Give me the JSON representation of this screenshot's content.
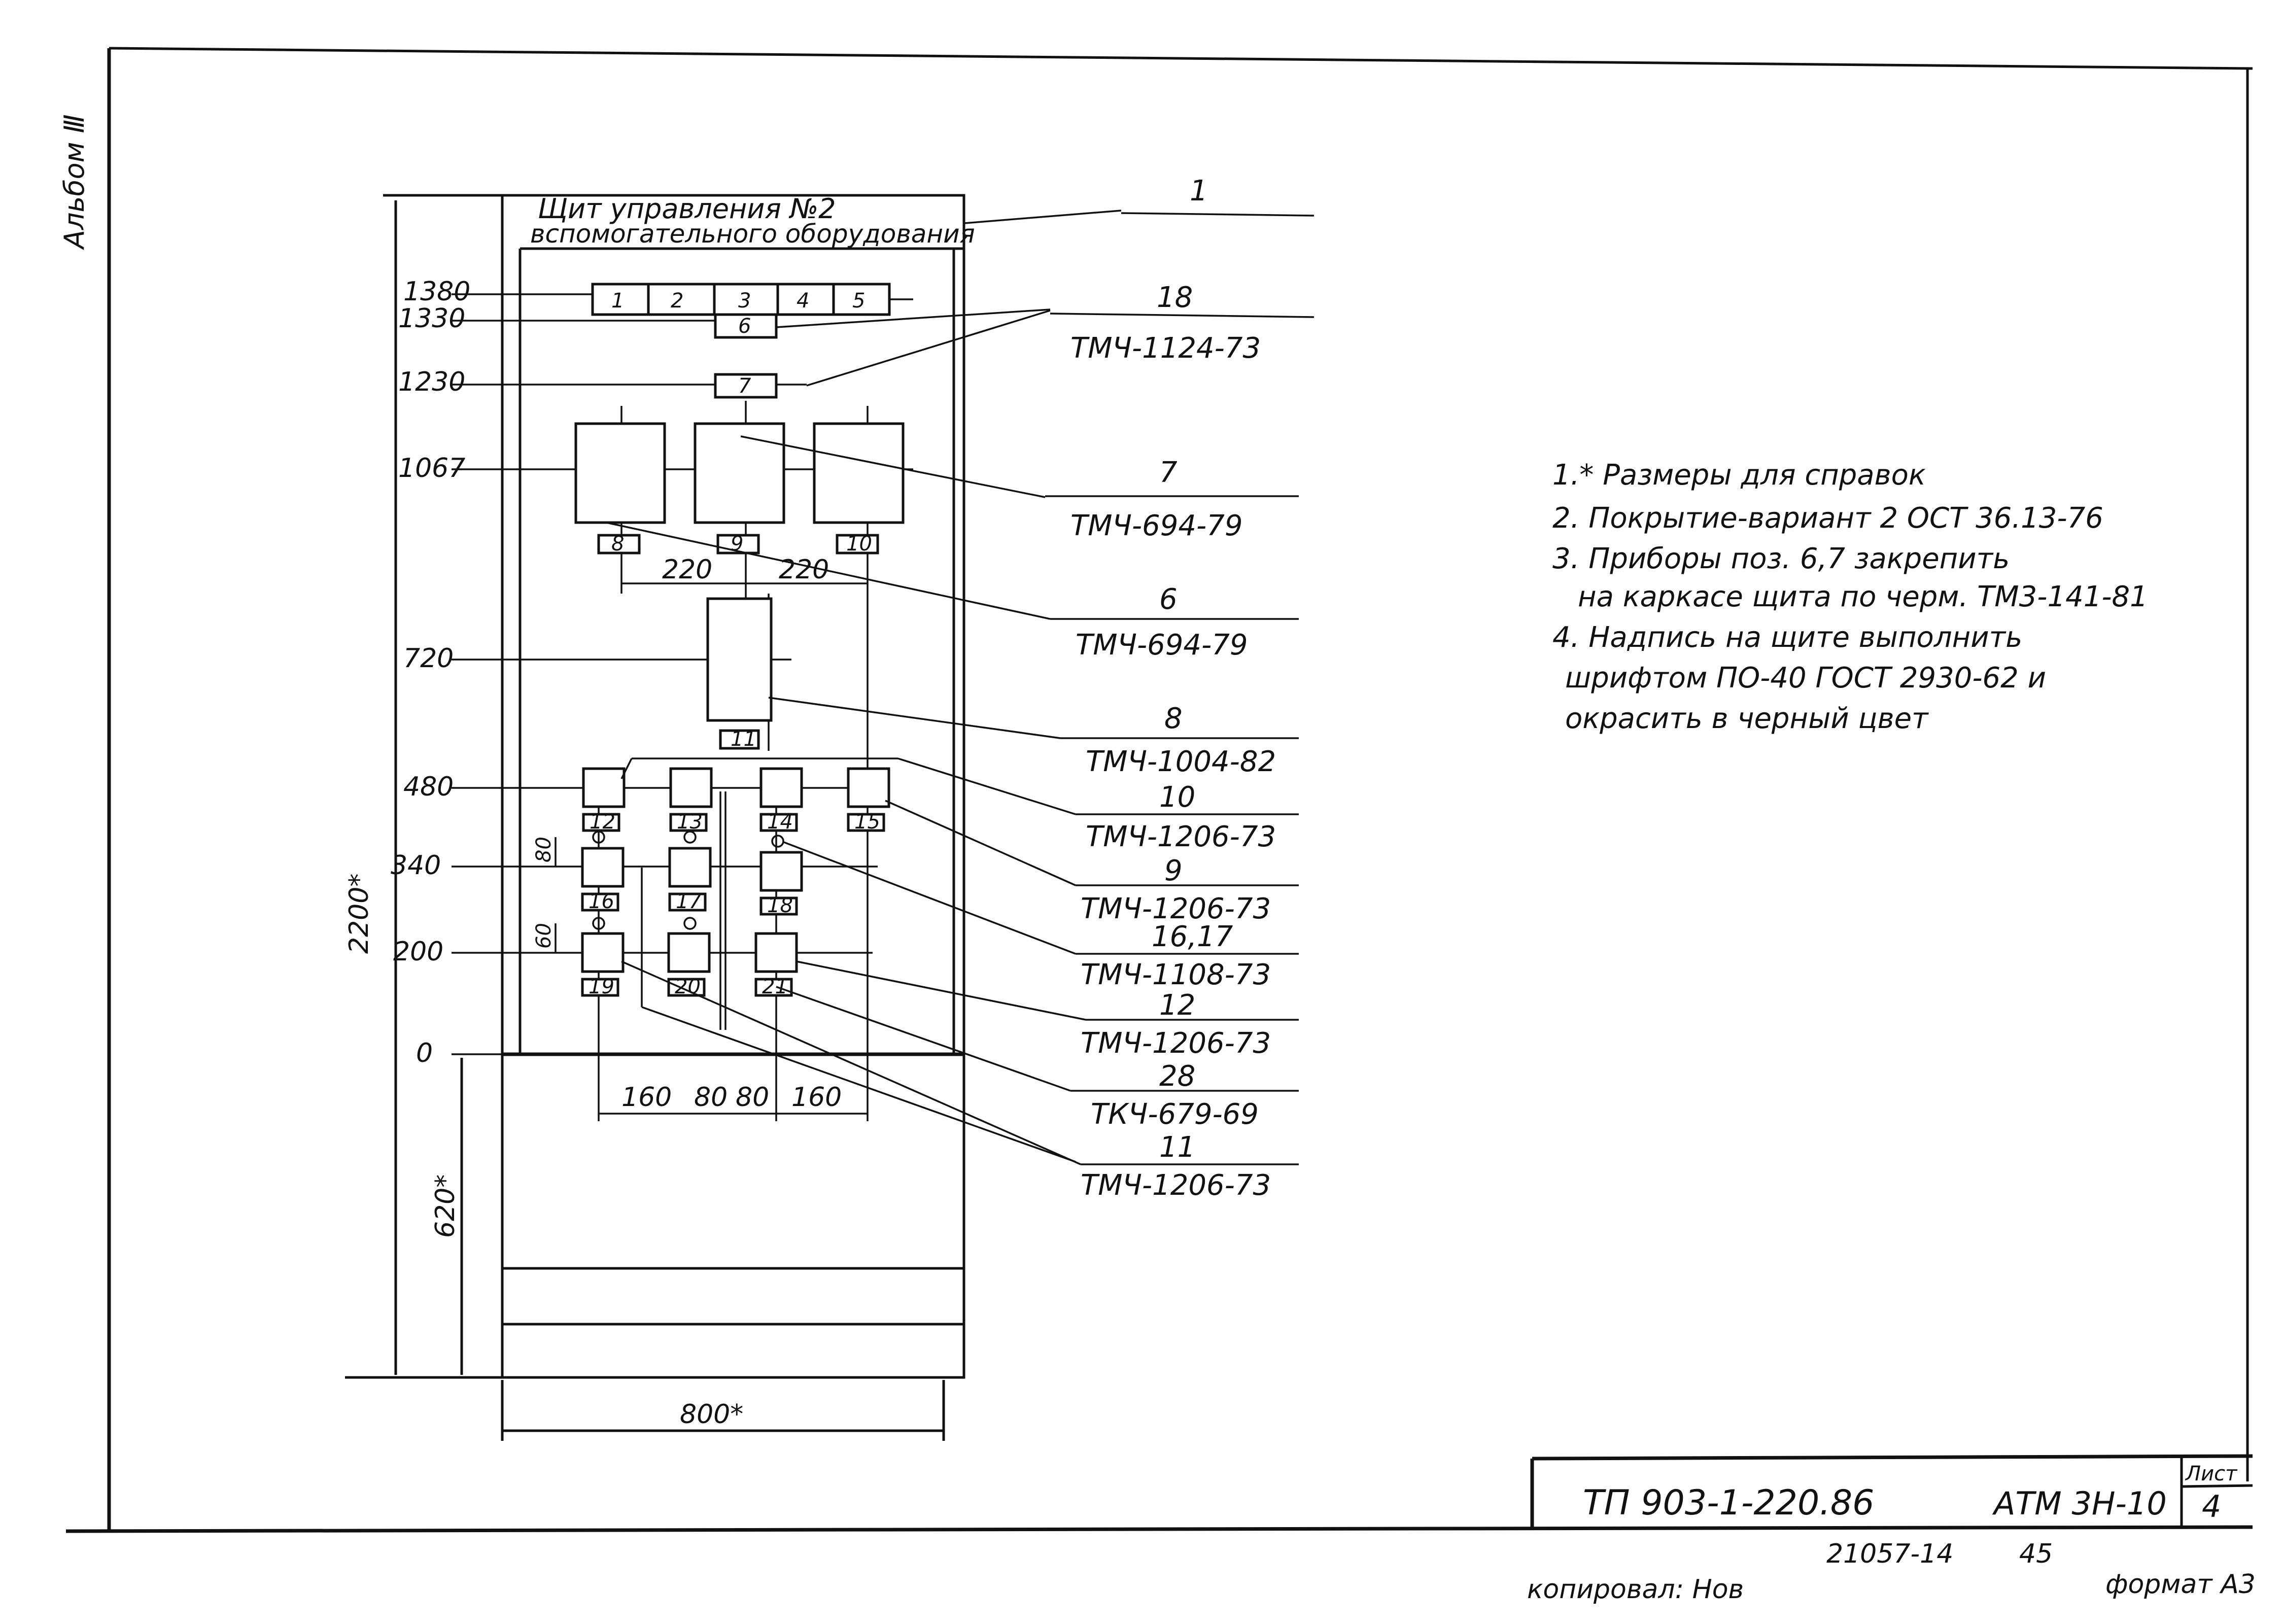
{
  "margin_stamp": "Альбом Ⅲ",
  "panel_title": [
    "Щит управления №2",
    "вспомогательного оборудования"
  ],
  "top_buttons": [
    "1",
    "2",
    "3",
    "4",
    "5"
  ],
  "button_6": "6",
  "button_7": "7",
  "meters": [
    "8",
    "9",
    "10"
  ],
  "tall_device": "11",
  "lamp_row_480": [
    "12",
    "13",
    "14",
    "15"
  ],
  "lamp_row_340": [
    "16",
    "17",
    "18"
  ],
  "lamp_row_200": [
    "19",
    "20",
    "21"
  ],
  "level_dims": [
    "1380",
    "1330",
    "1230",
    "1067",
    "720",
    "480",
    "340",
    "200",
    "0"
  ],
  "dim_80": "80",
  "dim_60": "60",
  "dim_220": [
    "220",
    "220"
  ],
  "dim_bottom": [
    "160",
    "80",
    "80",
    "160"
  ],
  "dim_2200": "2200*",
  "dim_620": "620*",
  "dim_800": "800*",
  "callouts": [
    {
      "pos": "1",
      "doc": ""
    },
    {
      "pos": "18",
      "doc": "ТМЧ-1124-73"
    },
    {
      "pos": "7",
      "doc": "ТМЧ-694-79"
    },
    {
      "pos": "6",
      "doc": "ТМЧ-694-79"
    },
    {
      "pos": "8",
      "doc": "ТМЧ-1004-82"
    },
    {
      "pos": "10",
      "doc": "ТМЧ-1206-73"
    },
    {
      "pos": "9",
      "doc": "ТМЧ-1206-73"
    },
    {
      "pos": "16,17",
      "doc": "ТМЧ-1108-73"
    },
    {
      "pos": "12",
      "doc": "ТМЧ-1206-73"
    },
    {
      "pos": "28",
      "doc": "ТКЧ-679-69"
    },
    {
      "pos": "11",
      "doc": "ТМЧ-1206-73"
    }
  ],
  "notes": [
    "1.* Размеры для справок",
    "2. Покрытие-вариант 2 ОСТ 36.13-76",
    "3. Приборы поз. 6,7 закрепить",
    "на каркасе щита по черм. ТМ3-141-81",
    "4. Надпись на щите выполнить",
    "шрифтом ПО-40 ГОСТ 2930-62 и",
    "окрасить в черный цвет"
  ],
  "title_block": {
    "doc_number": "ТП 903-1-220.86",
    "sheet_code": "АТМ 3Н-10",
    "sheet_label": "Лист",
    "sheet_number": "4"
  },
  "footer": {
    "inventory": "21057-14",
    "page": "45",
    "copied_by": "копировал: Нов",
    "format": "формат А3"
  }
}
